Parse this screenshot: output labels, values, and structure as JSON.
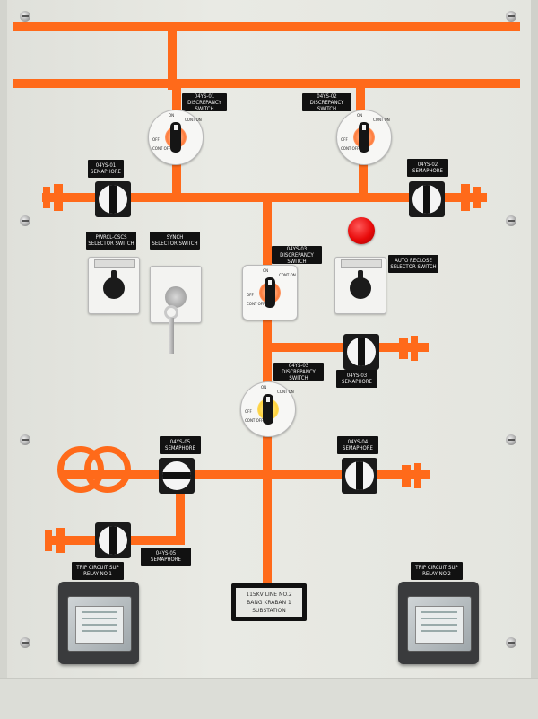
{
  "colors": {
    "busbar": "#ff6a1a",
    "panel": "#e6e7e1",
    "label_bg": "#111111",
    "label_text": "#f2f2f2",
    "lamp": "#e80a0a"
  },
  "labels": {
    "ds01": [
      "04YS-01",
      "DISCREPANCY SWITCH"
    ],
    "ds02": [
      "04YS-02",
      "DISCREPANCY SWITCH"
    ],
    "sem01": [
      "04YS-01",
      "SEMAPHORE"
    ],
    "sem02": [
      "04YS-02",
      "SEMAPHORE"
    ],
    "pwr": [
      "PWRCL-CSCS",
      "SELECTOR SWITCH"
    ],
    "synch": [
      "SYNCH",
      "SELECTOR SWITCH"
    ],
    "ds03b": [
      "04YS-03",
      "DISCREPANCY SWITCH"
    ],
    "ar": [
      "AUTO RECLOSE",
      "SELECTOR SWITCH"
    ],
    "sem03": [
      "04YS-03",
      "SEMAPHORE"
    ],
    "ds03": [
      "04YS-03",
      "DISCREPANCY SWITCH"
    ],
    "sem05": [
      "04YS-05",
      "SEMAPHORE"
    ],
    "sem04": [
      "04YS-04",
      "SEMAPHORE"
    ],
    "sem05b": [
      "04YS-05",
      "SEMAPHORE"
    ],
    "relay1": [
      "TRIP CIRCUIT SUP",
      "RELAY NO.1"
    ],
    "relay2": [
      "TRIP CIRCUIT SUP",
      "RELAY NO.2"
    ]
  },
  "station_plate": [
    "115KV LINE NO.2",
    "BANG KRABAN 1 SUBSTATION"
  ],
  "switch_marks": {
    "on": "ON",
    "off": "OFF",
    "cont_on": "CONT ON",
    "cont_off": "CONT OFF"
  }
}
